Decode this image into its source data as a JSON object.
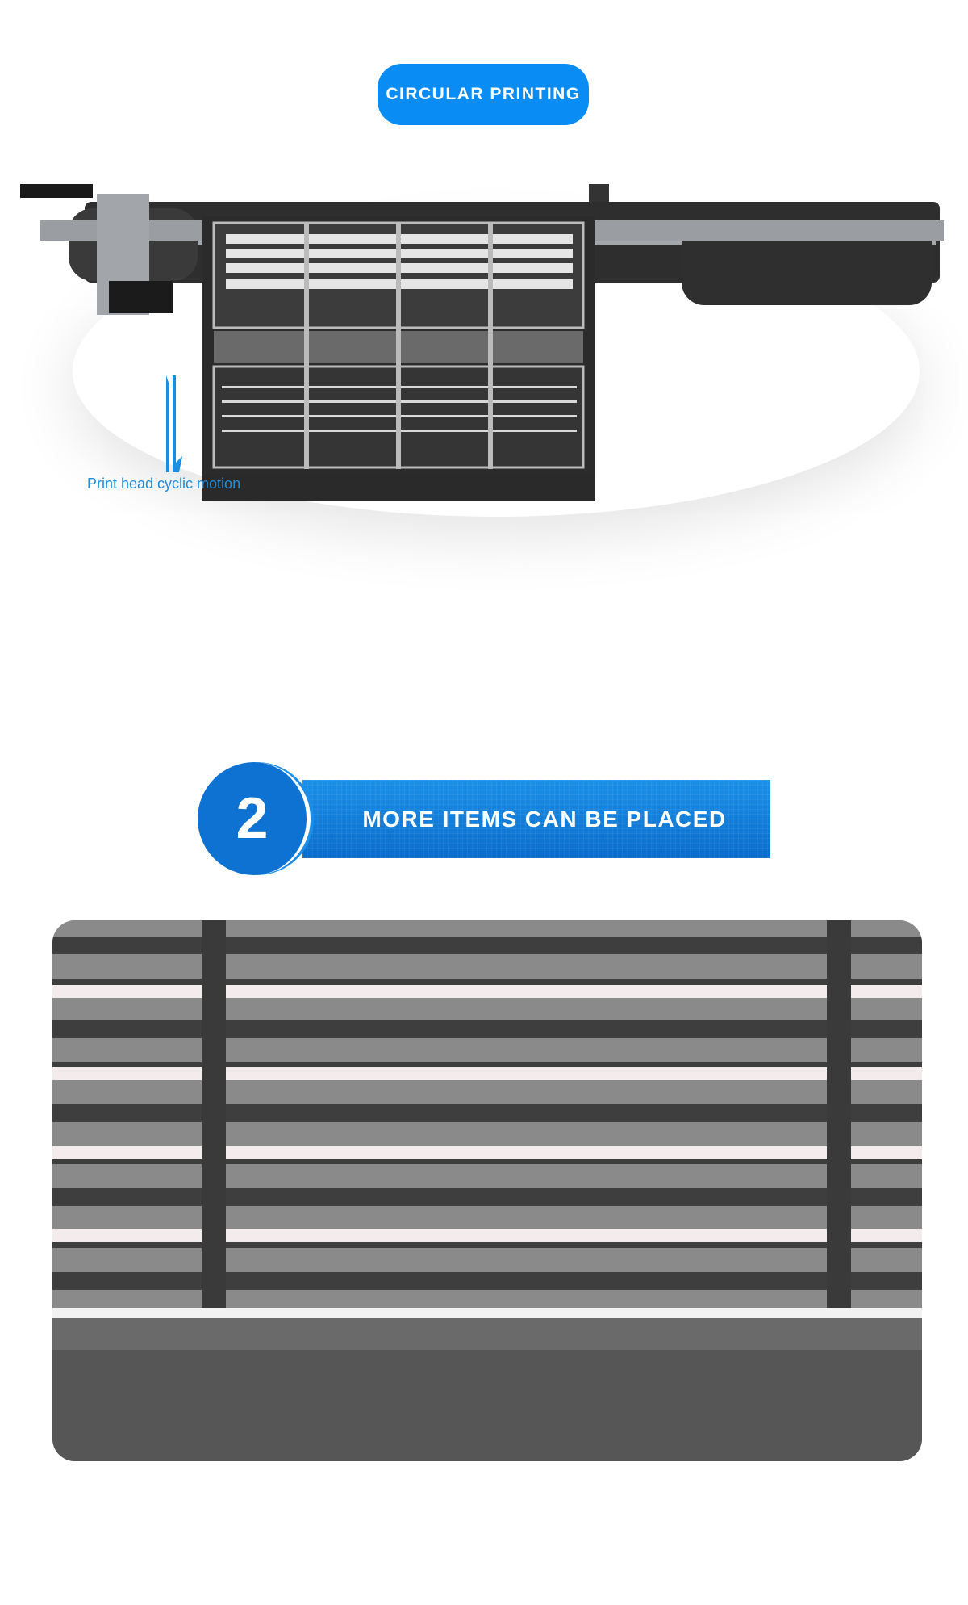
{
  "header": {
    "pill_label": "CIRCULAR PRINTING"
  },
  "diagram": {
    "motion_label": "Print head cyclic motion",
    "arrow_color": "#1a8ee0"
  },
  "feature": {
    "number": "2",
    "title": "MORE ITEMS CAN BE PLACED",
    "accent": "#0d72d2"
  }
}
